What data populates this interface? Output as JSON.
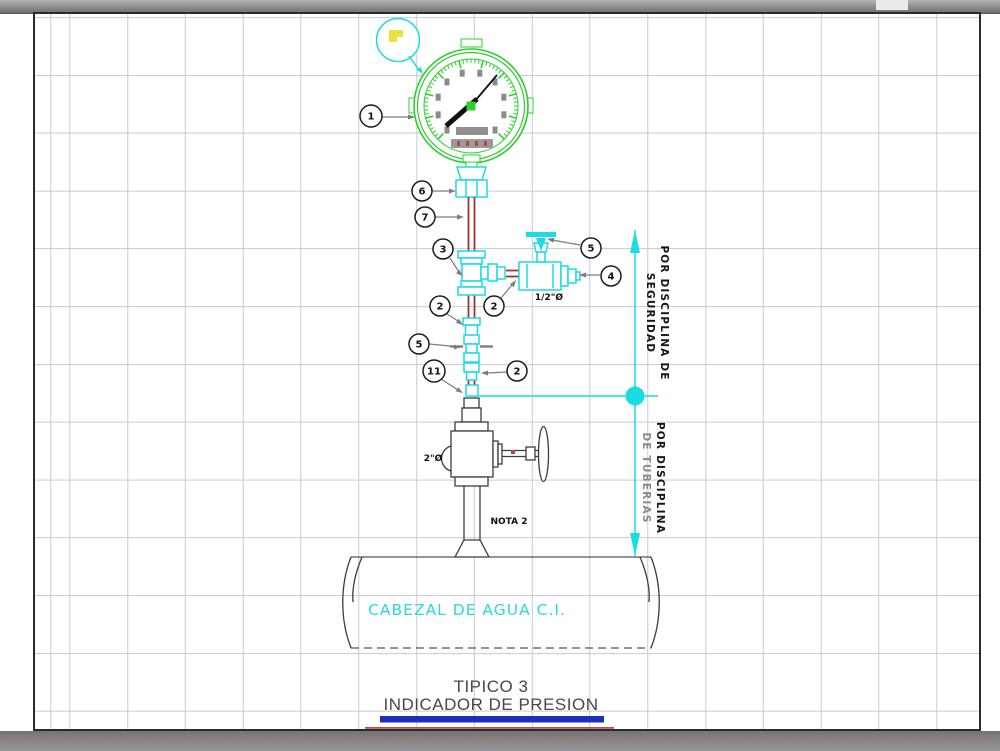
{
  "drawing": {
    "balloons": [
      "1",
      "6",
      "7",
      "3",
      "2",
      "2",
      "5",
      "4",
      "5",
      "2",
      "11"
    ],
    "labels": {
      "valve_size": "1/2\"Ø",
      "pipe_size": "2\"Ø",
      "note": "NOTA 2",
      "security_line1": "POR DISCIPLINA DE",
      "security_line2": "SEGURIDAD",
      "piping_line1": "POR DISCIPLINA",
      "piping_line2": "DE TUBERIAS",
      "pipe_name": "CABEZAL DE AGUA C.I."
    },
    "title": {
      "line1": "TIPICO 3",
      "line2": "INDICADOR DE PRESION"
    },
    "colors": {
      "gauge_green": "#2bd02b",
      "fitting_cyan": "#1adce2",
      "impulse_pipe_red": "#a03432",
      "underline_blue": "#1e2ebd",
      "underline_red": "#b25050"
    }
  }
}
